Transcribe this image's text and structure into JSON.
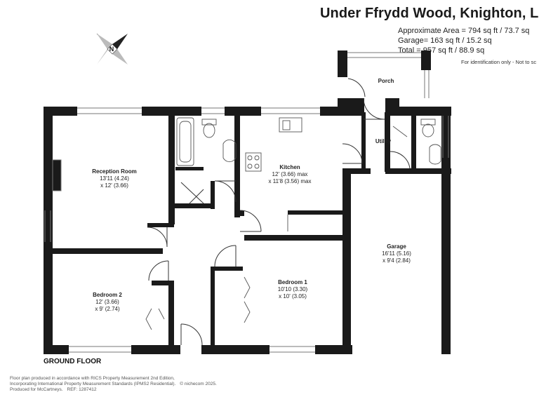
{
  "header": {
    "title": "Under Ffrydd Wood, Knighton, LD",
    "area_lines": [
      "Approximate Area = 794 sq ft / 73.7 sq",
      "Garage= 163 sq ft / 15.2 sq",
      "Total = 957 sq ft / 88.9 sq"
    ],
    "disclaimer": "For identification only - Not to sc"
  },
  "compass": {
    "letter": "N",
    "icon": "north-compass-icon"
  },
  "rooms": {
    "reception": {
      "name": "Reception Room",
      "dim1": "13'11 (4.24)",
      "dim2": "x 12' (3.66)"
    },
    "kitchen": {
      "name": "Kitchen",
      "dim1": "12' (3.66) max",
      "dim2": "x 11'8 (3.56) max"
    },
    "bedroom1": {
      "name": "Bedroom 1",
      "dim1": "10'10 (3.30)",
      "dim2": "x 10' (3.05)"
    },
    "bedroom2": {
      "name": "Bedroom 2",
      "dim1": "12' (3.66)",
      "dim2": "x 9' (2.74)"
    },
    "garage": {
      "name": "Garage",
      "dim1": "16'11 (5.16)",
      "dim2": "x 9'4 (2.84)"
    },
    "porch": {
      "name": "Porch"
    },
    "utility": {
      "name": "Utility"
    }
  },
  "floor_label": "GROUND FLOOR",
  "footer": {
    "line1": "Floor plan produced in accordance with RICS Property Measurement 2nd Edition,",
    "line2": "Incorporating International Property Measurement Standards (IPMS2 Residential).",
    "brand": "© nichecom 2025.",
    "line3a": "Produced for McCartneys.",
    "line3b": "REF: 1287412"
  },
  "colors": {
    "wall": "#1a1a1a",
    "fixture": "#555555"
  }
}
